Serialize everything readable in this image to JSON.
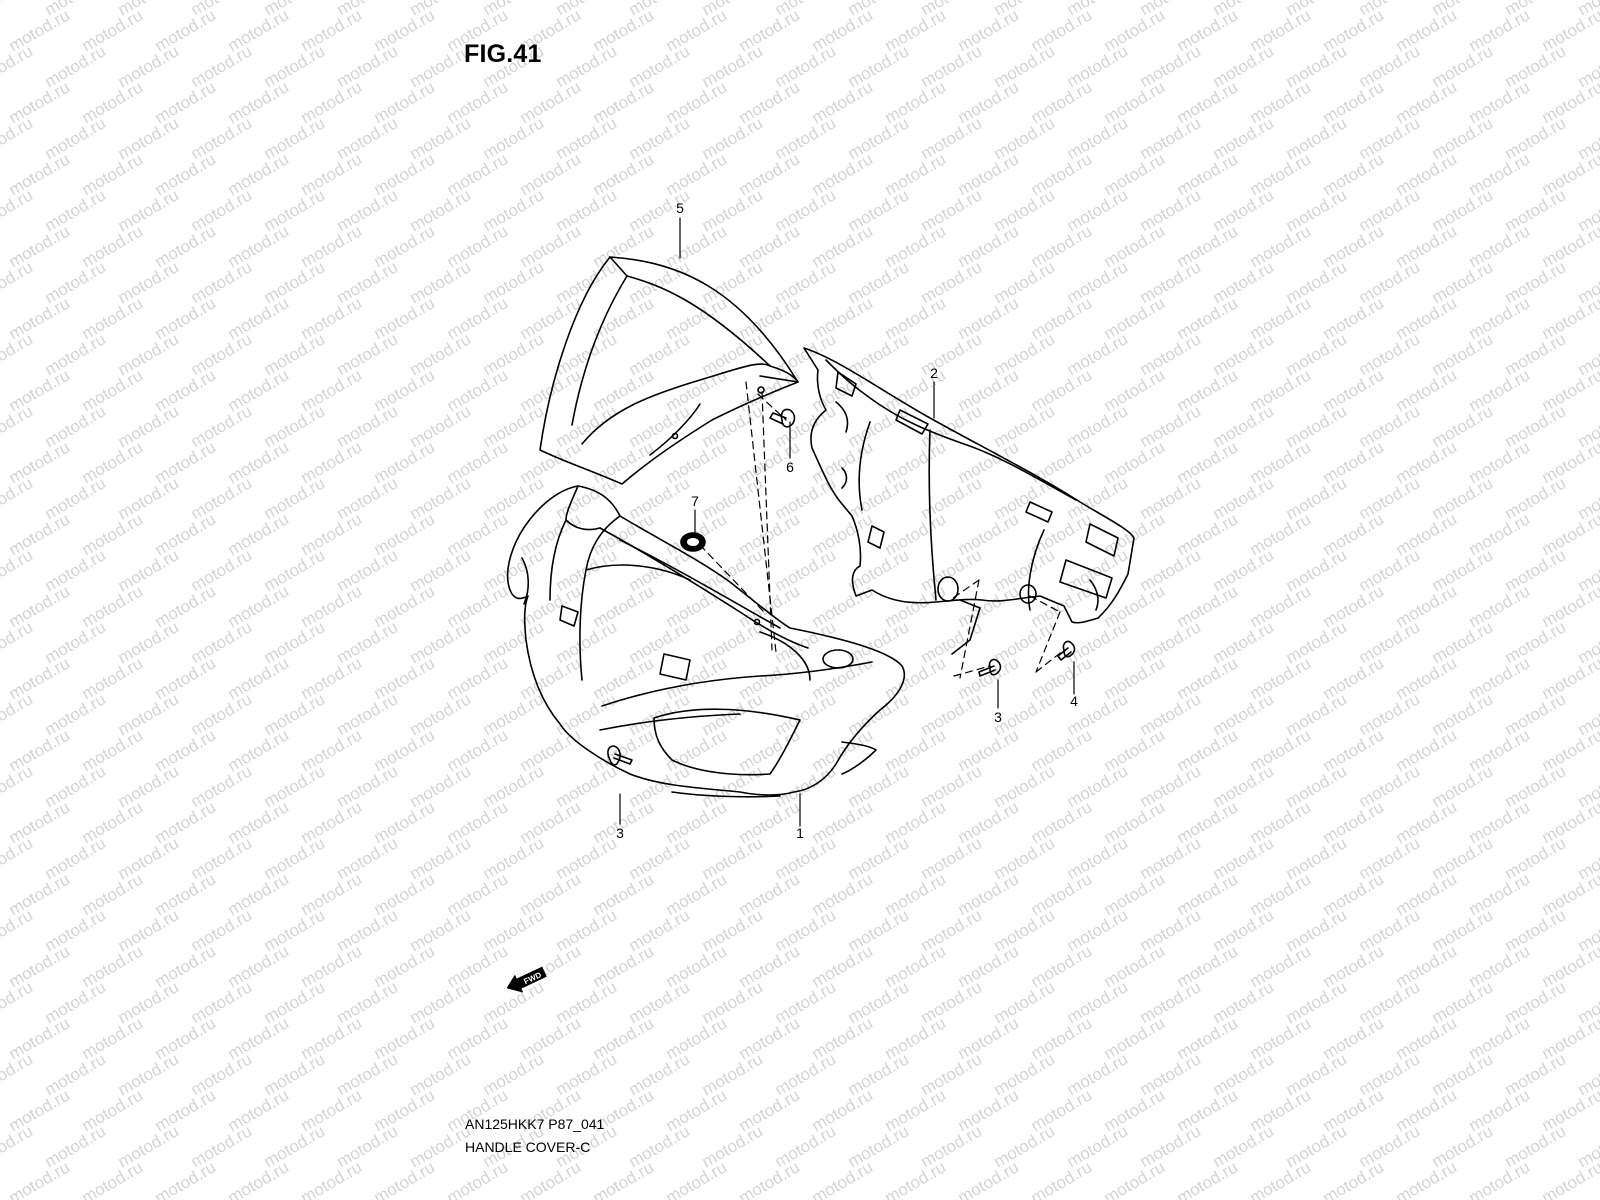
{
  "figure": {
    "title": "FIG.41",
    "model_code": "AN125HKK7 P87_041",
    "section_name": "HANDLE COVER-C"
  },
  "watermark": {
    "text": "motod.ru",
    "color": "#d4d4d4"
  },
  "callouts": [
    {
      "id": "1",
      "label": "1"
    },
    {
      "id": "2",
      "label": "2"
    },
    {
      "id": "3a",
      "label": "3"
    },
    {
      "id": "3b",
      "label": "3"
    },
    {
      "id": "4",
      "label": "4"
    },
    {
      "id": "5",
      "label": "5"
    },
    {
      "id": "6",
      "label": "6"
    },
    {
      "id": "7",
      "label": "7"
    }
  ],
  "fwd_marker": {
    "label": "FWD"
  },
  "colors": {
    "line": "#000000",
    "background": "#ffffff"
  }
}
